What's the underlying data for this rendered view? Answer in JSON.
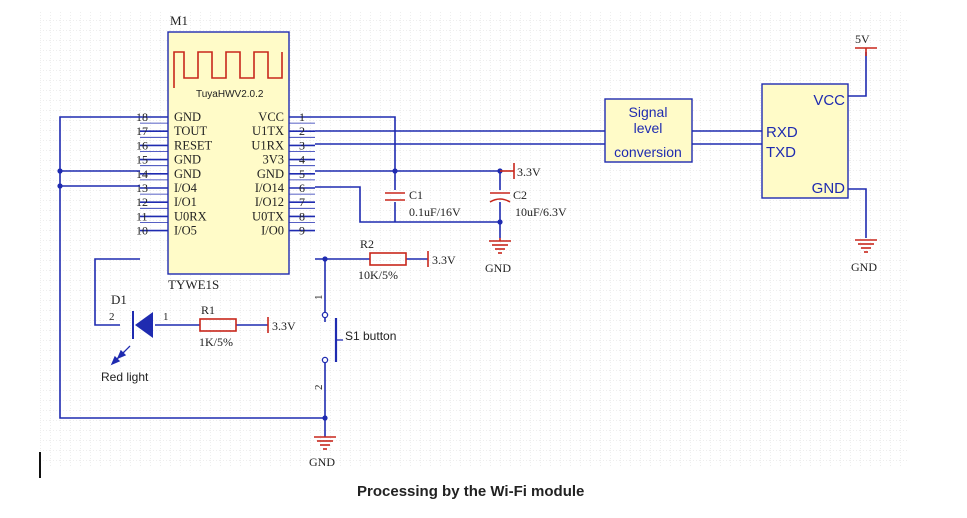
{
  "module": {
    "designator": "M1",
    "logo_text": "TuyaHWV2.0.2",
    "part_name": "TYWE1S",
    "pins_left": [
      {
        "num": "18",
        "name": "GND"
      },
      {
        "num": "17",
        "name": "TOUT"
      },
      {
        "num": "16",
        "name": "RESET"
      },
      {
        "num": "15",
        "name": "GND"
      },
      {
        "num": "14",
        "name": "GND"
      },
      {
        "num": "13",
        "name": "I/O4"
      },
      {
        "num": "12",
        "name": "I/O1"
      },
      {
        "num": "11",
        "name": "U0RX"
      },
      {
        "num": "10",
        "name": "I/O5"
      }
    ],
    "pins_right": [
      {
        "num": "1",
        "name": "VCC"
      },
      {
        "num": "2",
        "name": "U1TX"
      },
      {
        "num": "3",
        "name": "U1RX"
      },
      {
        "num": "4",
        "name": "3V3"
      },
      {
        "num": "5",
        "name": "GND"
      },
      {
        "num": "6",
        "name": "I/O14"
      },
      {
        "num": "7",
        "name": "I/O12"
      },
      {
        "num": "8",
        "name": "U0TX"
      },
      {
        "num": "9",
        "name": "I/O0"
      }
    ]
  },
  "capacitors": [
    {
      "designator": "C1",
      "value": "0.1uF/16V"
    },
    {
      "designator": "C2",
      "value": "10uF/6.3V"
    }
  ],
  "resistors": [
    {
      "designator": "R2",
      "value": "10K/5%"
    },
    {
      "designator": "R1",
      "value": "1K/5%"
    }
  ],
  "power": {
    "v33_cap": "3.3V",
    "v33_r2": "3.3V",
    "v33_r1": "3.3V",
    "v5": "5V",
    "gnd_cap": "GND",
    "gnd_button": "GND",
    "gnd_right": "GND"
  },
  "signal_block": {
    "line1": "Signal",
    "line2": "level",
    "line3": "conversion"
  },
  "connector": {
    "vcc": "VCC",
    "rxd": "RXD",
    "txd": "TXD",
    "gnd": "GND"
  },
  "led": {
    "designator": "D1",
    "pin_a": "2",
    "pin_b": "1",
    "label": "Red light"
  },
  "button": {
    "label": "S1 button",
    "pin1": "1",
    "pin2": "2"
  },
  "caption": "Processing by the Wi-Fi module",
  "colors": {
    "wire": "#1f2bb0",
    "component": "#c8271c",
    "body_fill": "#fffbc8",
    "grid": "#b9b9b9",
    "text": "#222222"
  }
}
